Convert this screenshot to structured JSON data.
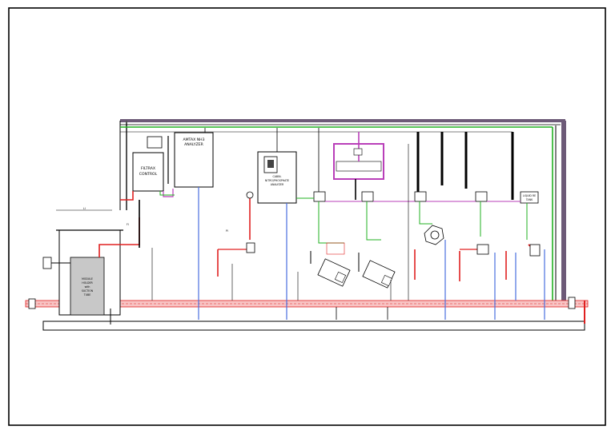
{
  "colors": {
    "background": "#ffffff",
    "line": "#000000",
    "hotwater_pipe": "#f08a8a",
    "hotwater_pipe_dark": "#e02020",
    "blue_line": "#4a6fe0",
    "green_line": "#22b022",
    "magenta_line": "#b93fb9",
    "purple_frame": "#6d5a78",
    "module_fill": "#c8c8c8"
  },
  "modules": {
    "filtrax": {
      "line1": "FILTRAX",
      "line2": "CONTROL"
    },
    "analyzer": {
      "line1": "AMTAX NH3",
      "line2": "ANALYZER"
    },
    "module_holder": {
      "line1": "MODULE",
      "line2": "HOLDER",
      "line3": "with",
      "line4": "SUCTION",
      "line5": "TUBE"
    },
    "buffer": {
      "label": "LIQUID RE",
      "sub": "TANK"
    },
    "cabinet": {
      "line1": "CABIN.",
      "line2": "NITRO/PHOSPHATE",
      "line3": "ANALYZER"
    }
  },
  "tags": {
    "tag_a": "LI",
    "tag_b": "FI",
    "tag_c": "PI"
  }
}
